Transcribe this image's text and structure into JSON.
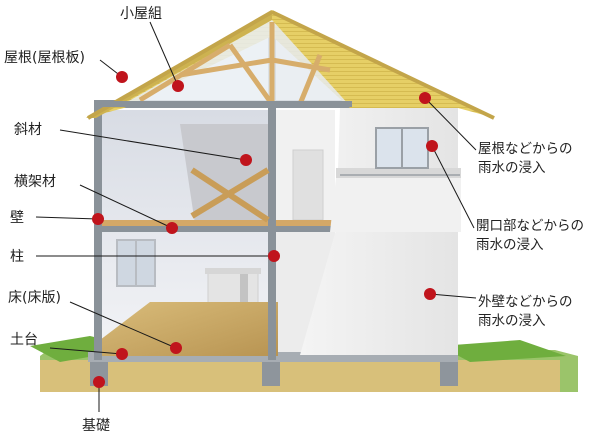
{
  "diagram": {
    "labels": {
      "koyagumi": "小屋組",
      "yane": "屋根(屋根板)",
      "shazai": "斜材",
      "oukazai": "横架材",
      "kabe": "壁",
      "hashira": "柱",
      "yuka": "床(床版)",
      "dodai": "土台",
      "kiso": "基礎"
    },
    "annotations": {
      "roof_line1": "屋根などからの",
      "roof_line2": "雨水の浸入",
      "opening_line1": "開口部などからの",
      "opening_line2": "雨水の浸入",
      "wall_line1": "外壁などからの",
      "wall_line2": "雨水の浸入"
    },
    "colors": {
      "marker": "#c0141c",
      "roof": "#e8d26c",
      "timber": "#d9b273",
      "frame": "#8a9299",
      "ground": "#d9c07c",
      "grass": "#6fae3e",
      "floor": "#c9a867"
    }
  }
}
